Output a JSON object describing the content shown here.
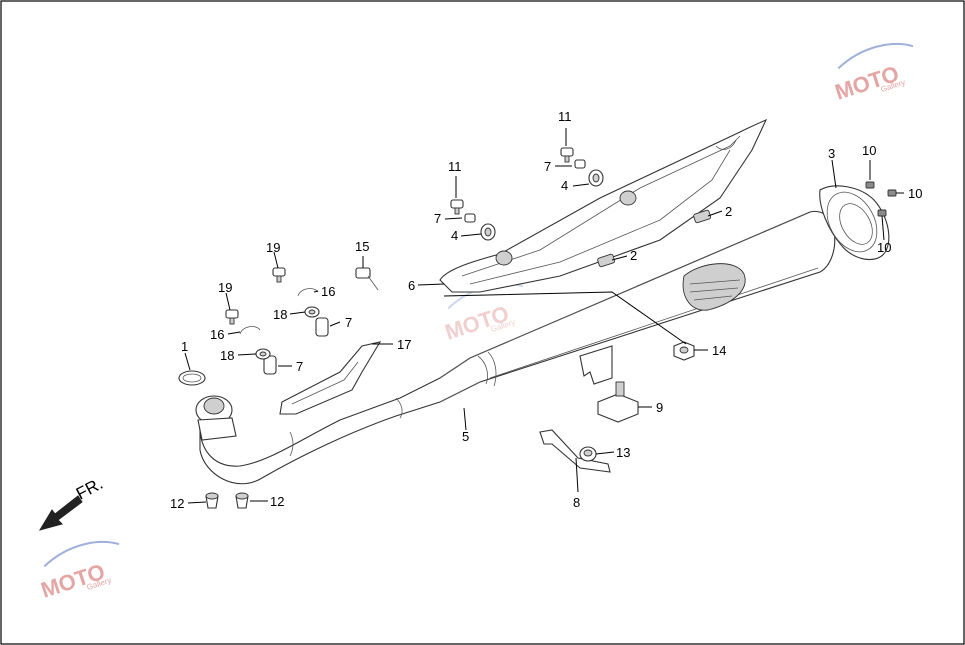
{
  "diagram": {
    "front_label": "FR.",
    "watermark_text": "MOTO",
    "watermark_subtext": "Gallery",
    "colors": {
      "line": "#333333",
      "watermark_red": "#d9534f",
      "watermark_blue": "#3b5ba9"
    },
    "callouts": [
      "1",
      "2",
      "2",
      "3",
      "4",
      "4",
      "5",
      "6",
      "7",
      "7",
      "7",
      "7",
      "8",
      "9",
      "10",
      "10",
      "10",
      "11",
      "11",
      "12",
      "12",
      "13",
      "14",
      "15",
      "16",
      "16",
      "17",
      "18",
      "18",
      "19",
      "19"
    ]
  }
}
